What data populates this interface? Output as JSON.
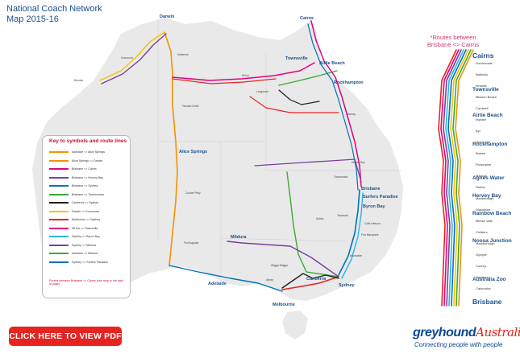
{
  "map": {
    "title_line1": "National Coach Network",
    "title_line2": "Map 2015-16",
    "colors": {
      "land": "#e9e9e9",
      "tas": "#e9e9e9",
      "title": "#1a4f8c",
      "accent_red": "#e52421",
      "orange": "#f39200",
      "purple": "#7b3f98",
      "pink": "#e6007e",
      "green": "#3aaa35",
      "blue": "#0072bc",
      "cyan": "#29b6e8",
      "yellow": "#f6c100",
      "black": "#231f20"
    },
    "cities": [
      {
        "name": "Darwin"
      },
      {
        "name": "Cairns"
      },
      {
        "name": "Townsville"
      },
      {
        "name": "Airlie Beach"
      },
      {
        "name": "Rockhampton"
      },
      {
        "name": "Alice Springs"
      },
      {
        "name": "Brisbane"
      },
      {
        "name": "Byron Bay"
      },
      {
        "name": "Surfers Paradise"
      },
      {
        "name": "Sydney"
      },
      {
        "name": "Canberra"
      },
      {
        "name": "Melbourne"
      },
      {
        "name": "Adelaide"
      },
      {
        "name": "Mildura"
      }
    ],
    "towns": [
      {
        "name": "Katherine"
      },
      {
        "name": "Tennant Creek"
      },
      {
        "name": "Mt Isa"
      },
      {
        "name": "Coober Pedy"
      },
      {
        "name": "Port Augusta"
      },
      {
        "name": "Mackay"
      },
      {
        "name": "Hervey Bay"
      },
      {
        "name": "Coffs Harbour"
      },
      {
        "name": "Port Macquarie"
      },
      {
        "name": "Newcastle"
      },
      {
        "name": "Wagga Wagga"
      },
      {
        "name": "Albury"
      },
      {
        "name": "Dubbo"
      },
      {
        "name": "Tamworth"
      },
      {
        "name": "Toowoomba"
      },
      {
        "name": "Broome"
      },
      {
        "name": "Kununurra"
      },
      {
        "name": "Longreach"
      }
    ]
  },
  "key": {
    "title": "Key to symbols and route lines",
    "rows": [
      {
        "label": "Adelaide <> Alice Springs",
        "color": "#f39200"
      },
      {
        "label": "Alice Springs <> Darwin",
        "color": "#f39200"
      },
      {
        "label": "Brisbane <> Cairns",
        "color": "#e6007e"
      },
      {
        "label": "Brisbane <> Hervey Bay",
        "color": "#7b3f98"
      },
      {
        "label": "Brisbane <> Sydney",
        "color": "#0072bc"
      },
      {
        "label": "Brisbane <> Toowoomba",
        "color": "#3aaa35"
      },
      {
        "label": "Canberra <> Sydney",
        "color": "#231f20"
      },
      {
        "label": "Darwin <> Kununurra",
        "color": "#f6c100"
      },
      {
        "label": "Melbourne <> Sydney",
        "color": "#e52421"
      },
      {
        "label": "Mt Isa <> Townsville",
        "color": "#e6007e"
      },
      {
        "label": "Sydney <> Byron Bay",
        "color": "#29b6e8"
      },
      {
        "label": "Sydney <> Mildura",
        "color": "#7b3f98"
      },
      {
        "label": "Adelaide <> Mildura",
        "color": "#3aaa35"
      },
      {
        "label": "Sydney <> Surfers Paradise",
        "color": "#0072bc"
      }
    ],
    "note": "Routes between Brisbane <> Cairns (see map to the right of page)"
  },
  "routes_panel": {
    "title_line1": "*Routes between",
    "title_line2": "Brisbane <> Cairns",
    "stops": [
      {
        "name": "Cairns",
        "major": true
      },
      {
        "name": "Townsville",
        "major": true
      },
      {
        "name": "Airlie Beach",
        "major": true
      },
      {
        "name": "Rockhampton",
        "major": true
      },
      {
        "name": "Agnes Water",
        "major": true
      },
      {
        "name": "Hervey Bay",
        "major": true
      },
      {
        "name": "Rainbow Beach",
        "major": true
      },
      {
        "name": "Noosa Junction",
        "major": true
      },
      {
        "name": "Australia Zoo",
        "major": true
      },
      {
        "name": "Brisbane",
        "major": true
      }
    ],
    "minor_stops": [
      {
        "name": "Gordonvale"
      },
      {
        "name": "Babinda"
      },
      {
        "name": "Innisfail"
      },
      {
        "name": "Mission Beach"
      },
      {
        "name": "Cardwell"
      },
      {
        "name": "Ingham"
      },
      {
        "name": "Ayr"
      },
      {
        "name": "Home Hill"
      },
      {
        "name": "Bowen"
      },
      {
        "name": "Proserpine"
      },
      {
        "name": "Mackay"
      },
      {
        "name": "Sarina"
      },
      {
        "name": "Marlborough"
      },
      {
        "name": "Gladstone"
      },
      {
        "name": "Miriam Vale"
      },
      {
        "name": "Childers"
      },
      {
        "name": "Maryborough"
      },
      {
        "name": "Gympie"
      },
      {
        "name": "Cooroy"
      },
      {
        "name": "Nambour"
      },
      {
        "name": "Caloundra"
      }
    ]
  },
  "actions": {
    "pdf_button": "CLICK HERE TO VIEW PDF"
  },
  "brand": {
    "word": "greyhound",
    "word_accent": "Australia",
    "tagline": "Connecting people with people"
  }
}
